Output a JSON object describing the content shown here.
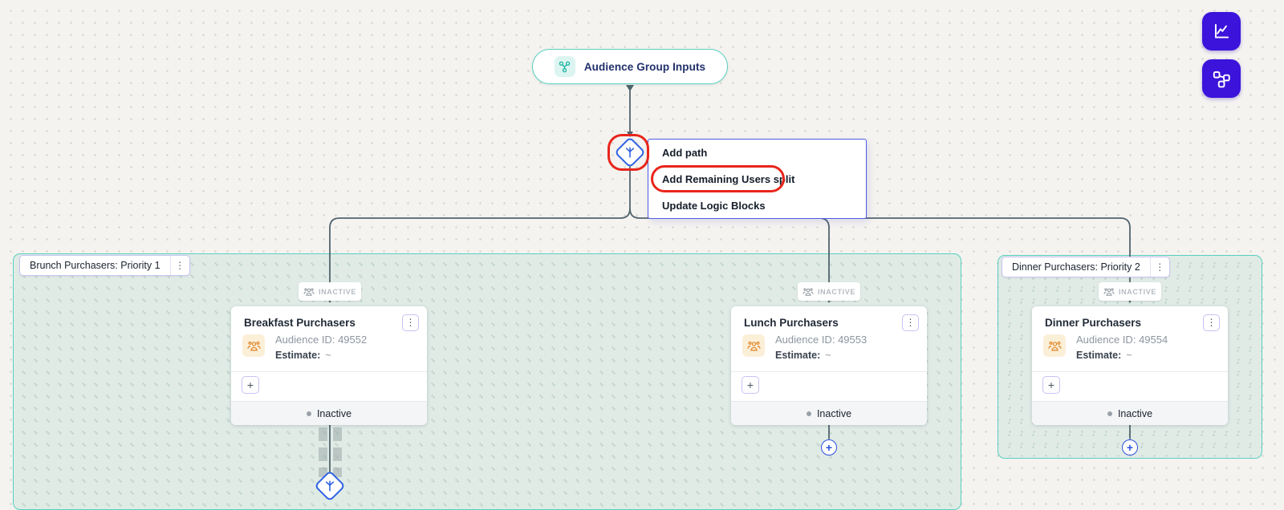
{
  "colors": {
    "accent_teal": "#55d1c1",
    "accent_purple": "#3c13db",
    "accent_blue": "#2f62e2",
    "annotation_red": "#e8251b",
    "wire": "#51646d"
  },
  "view_controls": {
    "analytics_icon": "line-chart-icon",
    "workflow_icon": "workflow-icon"
  },
  "entry_node": {
    "label": "Audience Group Inputs"
  },
  "context_menu": {
    "items": [
      {
        "label": "Add path"
      },
      {
        "label": "Add Remaining Users split",
        "annotated": true
      },
      {
        "label": "Update Logic Blocks"
      }
    ]
  },
  "badge": {
    "label": "INACTIVE"
  },
  "groups": [
    {
      "label": "Brunch Purchasers: Priority 1"
    },
    {
      "label": "Dinner Purchasers: Priority 2"
    }
  ],
  "cards": [
    {
      "title": "Breakfast Purchasers",
      "audience_label": "Audience ID:",
      "audience_id": "49552",
      "estimate_label": "Estimate:",
      "estimate_value": "~",
      "status": "Inactive"
    },
    {
      "title": "Lunch Purchasers",
      "audience_label": "Audience ID:",
      "audience_id": "49553",
      "estimate_label": "Estimate:",
      "estimate_value": "~",
      "status": "Inactive"
    },
    {
      "title": "Dinner Purchasers",
      "audience_label": "Audience ID:",
      "audience_id": "49554",
      "estimate_label": "Estimate:",
      "estimate_value": "~",
      "status": "Inactive"
    }
  ],
  "ui": {
    "kebab": "⋮",
    "plus": "+"
  }
}
